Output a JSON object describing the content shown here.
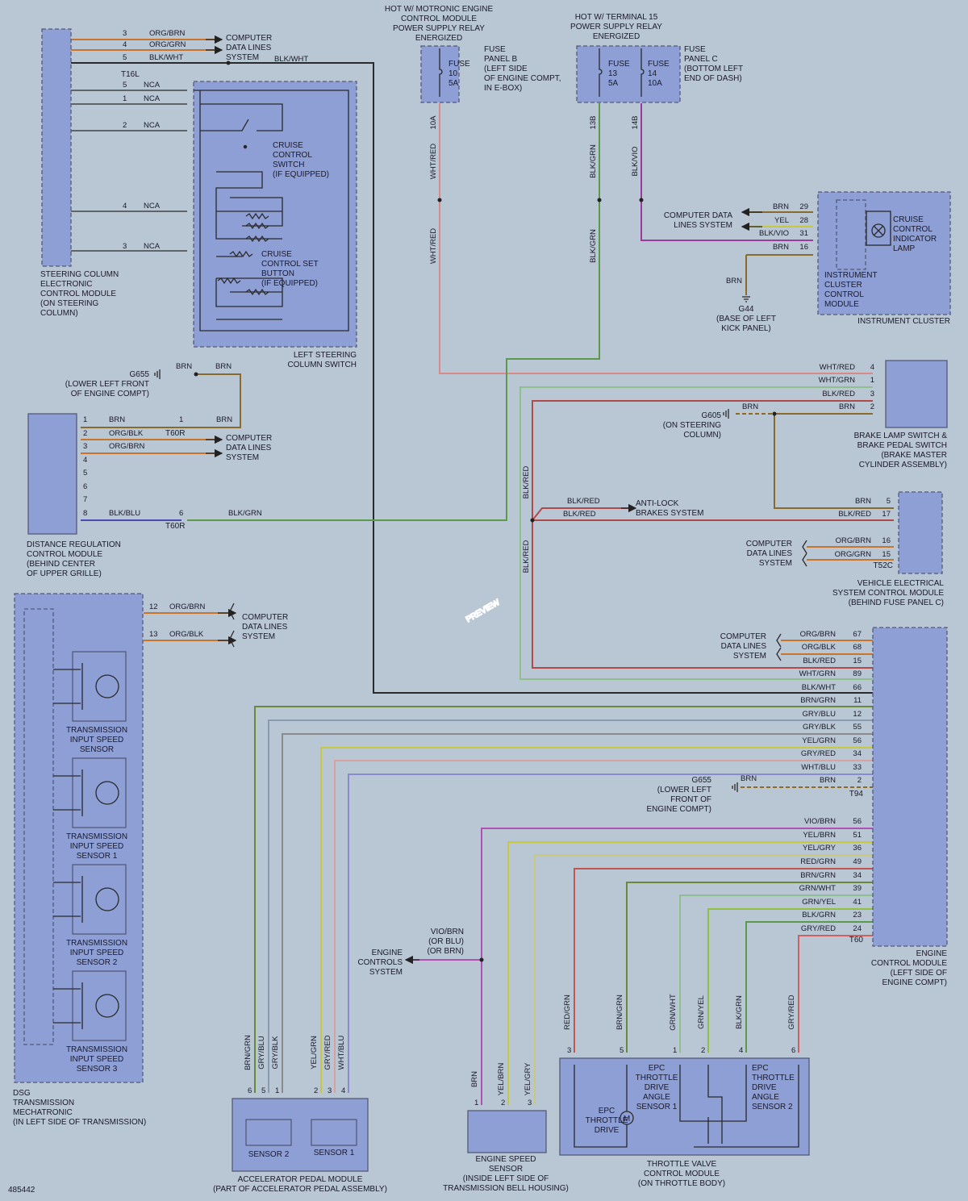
{
  "figure_id": "485442",
  "watermark": "PREVIEW",
  "colors": {
    "background": "#b9c6d3",
    "module_fill": "#8e9fd6",
    "BRN": "#8a6a2a",
    "ORG": "#c8742a",
    "RED": "#c0564f",
    "WHT_RED": "#d98a86",
    "GRN": "#5a9a4a",
    "YEL": "#c8c840",
    "GRY": "#8a8a8a",
    "BLK": "#2a2a2a",
    "VIO": "#9a3a9a",
    "BLU": "#5a5ac0"
  },
  "components": {
    "steering_col": [
      "STEERING COLUMN",
      "ELECTRONIC",
      "CONTROL MODULE",
      "(ON STEERING",
      "COLUMN)"
    ],
    "left_steering_switch": [
      "LEFT STEERING",
      "COLUMN SWITCH"
    ],
    "cruise_switch": [
      "CRUISE",
      "CONTROL",
      "SWITCH",
      "(IF EQUIPPED)"
    ],
    "cruise_set": [
      "CRUISE",
      "CONTROL SET",
      "BUTTON",
      "(IF EQUIPPED)"
    ],
    "hot_motronic": [
      "HOT W/ MOTRONIC ENGINE",
      "CONTROL MODULE",
      "POWER SUPPLY RELAY",
      "ENERGIZED"
    ],
    "hot_t15": [
      "HOT W/ TERMINAL 15",
      "POWER SUPPLY RELAY",
      "ENERGIZED"
    ],
    "fuse_panel_b": [
      "FUSE",
      "PANEL B",
      "(LEFT SIDE",
      "OF ENGINE COMPT,",
      "IN E-BOX)"
    ],
    "fuse_panel_c": [
      "FUSE",
      "PANEL C",
      "(BOTTOM LEFT",
      "END OF DASH)"
    ],
    "fuse10": [
      "FUSE",
      "10",
      "5A"
    ],
    "fuse13": [
      "FUSE",
      "13",
      "5A"
    ],
    "fuse14": [
      "FUSE",
      "14",
      "10A"
    ],
    "cruise_lamp": [
      "CRUISE",
      "CONTROL",
      "INDICATOR",
      "LAMP"
    ],
    "icm": [
      "INSTRUMENT",
      "CLUSTER",
      "CONTROL",
      "MODULE"
    ],
    "instrument_cluster": "INSTRUMENT CLUSTER",
    "g44": [
      "G44",
      "(BASE OF LEFT",
      "KICK PANEL)"
    ],
    "g655_a": [
      "G655",
      "(LOWER LEFT FRONT",
      "OF ENGINE COMPT)"
    ],
    "g605": [
      "G605",
      "(ON STEERING",
      "COLUMN)"
    ],
    "brake_switch": [
      "BRAKE LAMP SWITCH &",
      "BRAKE PEDAL SWITCH",
      "(BRAKE MASTER",
      "CYLINDER ASSEMBLY)"
    ],
    "distance_reg": [
      "DISTANCE REGULATION",
      "CONTROL MODULE",
      "(BEHIND CENTER",
      "OF UPPER GRILLE)"
    ],
    "abs": [
      "ANTI-LOCK",
      "BRAKES SYSTEM"
    ],
    "vescm": [
      "VEHICLE ELECTRICAL",
      "SYSTEM CONTROL MODULE",
      "(BEHIND FUSE PANEL C)"
    ],
    "cdl": [
      "COMPUTER",
      "DATA LINES",
      "SYSTEM"
    ],
    "cdl_one": "COMPUTER DATA LINES SYSTEM",
    "dsg": [
      "DSG",
      "TRANSMISSION",
      "MECHATRONIC",
      "(IN LEFT SIDE OF TRANSMISSION)"
    ],
    "tiss": [
      "TRANSMISSION",
      "INPUT SPEED",
      "SENSOR"
    ],
    "tiss1": [
      "TRANSMISSION",
      "INPUT SPEED",
      "SENSOR 1"
    ],
    "tiss2": [
      "TRANSMISSION",
      "INPUT SPEED",
      "SENSOR 2"
    ],
    "tiss3": [
      "TRANSMISSION",
      "INPUT SPEED",
      "SENSOR 3"
    ],
    "g655_b": [
      "G655",
      "(LOWER LEFT",
      "FRONT OF",
      "ENGINE COMPT)"
    ],
    "ecm": [
      "ENGINE",
      "CONTROL MODULE",
      "(LEFT SIDE OF",
      "ENGINE COMPT)"
    ],
    "engine_controls": [
      "ENGINE",
      "CONTROLS",
      "SYSTEM"
    ],
    "or_labels": [
      "VIO/BRN",
      "(OR BLU)",
      "(OR BRN)"
    ],
    "sensor2": "SENSOR 2",
    "sensor1": "SENSOR 1",
    "app": [
      "ACCELERATOR PEDAL MODULE",
      "(PART OF ACCELERATOR PEDAL ASSEMBLY)"
    ],
    "ess": [
      "ENGINE SPEED",
      "SENSOR",
      "(INSIDE LEFT SIDE OF",
      "TRANSMISSION BELL HOUSING)"
    ],
    "tvcm": [
      "THROTTLE VALVE",
      "CONTROL MODULE",
      "(ON THROTTLE BODY)"
    ],
    "epc_drive": [
      "EPC",
      "THROTTLE",
      "DRIVE"
    ],
    "epc_s1": [
      "EPC",
      "THROTTLE",
      "DRIVE",
      "ANGLE",
      "SENSOR 1"
    ],
    "epc_s2": [
      "EPC",
      "THROTTLE",
      "DRIVE",
      "ANGLE",
      "SENSOR 2"
    ],
    "motor_m": "M"
  },
  "connectors": {
    "t16l": "T16L",
    "t60r": "T60R",
    "t52c": "T52C",
    "t94": "T94",
    "t60": "T60"
  },
  "nca": "NCA",
  "wires": {
    "sc": [
      {
        "pin": "3",
        "color": "ORG/BRN"
      },
      {
        "pin": "4",
        "color": "ORG/GRN"
      },
      {
        "pin": "5",
        "color": "BLK/WHT"
      },
      {
        "pin": "5",
        "color": "NCA"
      },
      {
        "pin": "1",
        "color": "NCA"
      },
      {
        "pin": "2",
        "color": "NCA"
      },
      {
        "pin": "4",
        "color": "NCA"
      },
      {
        "pin": "3",
        "color": "NCA"
      }
    ],
    "sc_trunk": "BLK/WHT",
    "fuse_vert": [
      {
        "pin": "10A",
        "color": "WHT/RED",
        "lower": "WHT/RED"
      },
      {
        "pin": "13B",
        "color": "BLK/GRN",
        "lower": "BLK/GRN"
      },
      {
        "pin": "14B",
        "color": "BLK/VIO"
      }
    ],
    "ic": [
      {
        "pin": "29",
        "color": "BRN"
      },
      {
        "pin": "28",
        "color": "YEL"
      },
      {
        "pin": "31",
        "color": "BLK/VIO"
      },
      {
        "pin": "16",
        "color": "BRN"
      }
    ],
    "ic_gnd": "BRN",
    "g655_top": [
      "BRN",
      "BRN"
    ],
    "dr": [
      {
        "pin": "1",
        "color": "BRN",
        "pin2": "1",
        "color2": "BRN"
      },
      {
        "pin": "2",
        "color": "ORG/BLK"
      },
      {
        "pin": "3",
        "color": "ORG/BRN"
      },
      {
        "pin": "4"
      },
      {
        "pin": "5"
      },
      {
        "pin": "6"
      },
      {
        "pin": "7"
      },
      {
        "pin": "8",
        "color": "BLK/BLU",
        "pin2": "6",
        "color2": "BLK/GRN"
      }
    ],
    "bl": [
      {
        "pin": "4",
        "color": "WHT/RED"
      },
      {
        "pin": "1",
        "color": "WHT/GRN"
      },
      {
        "pin": "3",
        "color": "BLK/RED"
      },
      {
        "pin": "2",
        "color": "BRN"
      }
    ],
    "g605_brn": "BRN",
    "ve": [
      {
        "pin": "5",
        "color": "BRN"
      },
      {
        "pin": "17",
        "color": "BLK/RED"
      },
      {
        "pin": "16",
        "color": "ORG/BRN"
      },
      {
        "pin": "15",
        "color": "ORG/GRN"
      }
    ],
    "abs_wire": [
      "BLK/RED",
      "BLK/RED"
    ],
    "vert_blkred": [
      "BLK/RED",
      "BLK/RED"
    ],
    "dsg": [
      {
        "pin": "12",
        "color": "ORG/BRN"
      },
      {
        "pin": "13",
        "color": "ORG/BLK"
      }
    ],
    "ecm": [
      {
        "pin": "67",
        "color": "ORG/BRN"
      },
      {
        "pin": "68",
        "color": "ORG/BLK"
      },
      {
        "pin": "15",
        "color": "BLK/RED"
      },
      {
        "pin": "89",
        "color": "WHT/GRN"
      },
      {
        "pin": "66",
        "color": "BLK/WHT"
      },
      {
        "pin": "11",
        "color": "BRN/GRN"
      },
      {
        "pin": "12",
        "color": "GRY/BLU"
      },
      {
        "pin": "55",
        "color": "GRY/BLK"
      },
      {
        "pin": "56",
        "color": "YEL/GRN"
      },
      {
        "pin": "34",
        "color": "GRY/RED"
      },
      {
        "pin": "33",
        "color": "WHT/BLU"
      },
      {
        "pin": "2",
        "color": "BRN"
      },
      {
        "pin": "56",
        "color": "VIO/BRN"
      },
      {
        "pin": "51",
        "color": "YEL/BRN"
      },
      {
        "pin": "36",
        "color": "YEL/GRY"
      },
      {
        "pin": "49",
        "color": "RED/GRN"
      },
      {
        "pin": "34",
        "color": "BRN/GRN"
      },
      {
        "pin": "39",
        "color": "GRN/WHT"
      },
      {
        "pin": "41",
        "color": "GRN/YEL"
      },
      {
        "pin": "23",
        "color": "BLK/GRN"
      },
      {
        "pin": "24",
        "color": "GRY/RED"
      }
    ],
    "g655_b_brn": "BRN",
    "app_pins": [
      {
        "pin": "6",
        "color": "BRN/GRN"
      },
      {
        "pin": "5",
        "color": "GRY/BLU"
      },
      {
        "pin": "1",
        "color": "GRY/BLK"
      },
      {
        "pin": "2",
        "color": "YEL/GRN"
      },
      {
        "pin": "3",
        "color": "GRY/RED"
      },
      {
        "pin": "4",
        "color": "WHT/BLU"
      }
    ],
    "ess_pins": [
      {
        "pin": "1",
        "color": "BRN"
      },
      {
        "pin": "2",
        "color": "YEL/BRN"
      },
      {
        "pin": "3",
        "color": "YEL/GRY"
      }
    ],
    "tv_pins": [
      {
        "pin": "3",
        "color": "RED/GRN"
      },
      {
        "pin": "5",
        "color": "BRN/GRN"
      },
      {
        "pin": "1",
        "color": "GRN/WHT"
      },
      {
        "pin": "2",
        "color": "GRN/YEL"
      },
      {
        "pin": "4",
        "color": "BLK/GRN"
      },
      {
        "pin": "6",
        "color": "GRY/RED"
      }
    ]
  }
}
